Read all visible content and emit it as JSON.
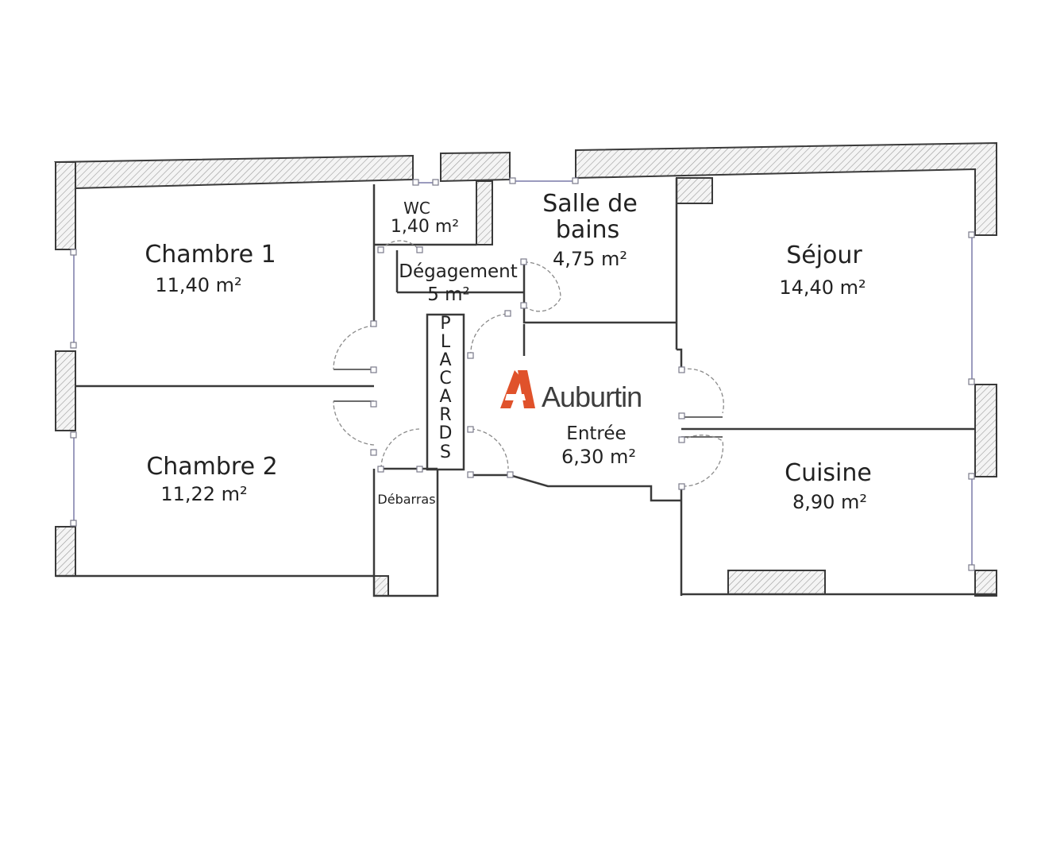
{
  "rooms": {
    "chambre1": {
      "name": "Chambre 1",
      "area": "11,40 m²"
    },
    "chambre2": {
      "name": "Chambre 2",
      "area": "11,22 m²"
    },
    "wc": {
      "name": "WC",
      "area": "1,40 m²"
    },
    "sdb": {
      "name_line1": "Salle de",
      "name_line2": "bains",
      "area": "4,75 m²"
    },
    "degagement": {
      "name": "Dégagement",
      "area": "5 m²"
    },
    "sejour": {
      "name": "Séjour",
      "area": "14,40 m²"
    },
    "entree": {
      "name": "Entrée",
      "area": "6,30 m²"
    },
    "cuisine": {
      "name": "Cuisine",
      "area": "8,90 m²"
    },
    "debarras": {
      "name": "Débarras"
    }
  },
  "placards": {
    "letters": [
      "P",
      "L",
      "A",
      "C",
      "A",
      "R",
      "D",
      "S"
    ]
  },
  "logo": {
    "text": "Auburtin",
    "color": "#e0522b"
  }
}
